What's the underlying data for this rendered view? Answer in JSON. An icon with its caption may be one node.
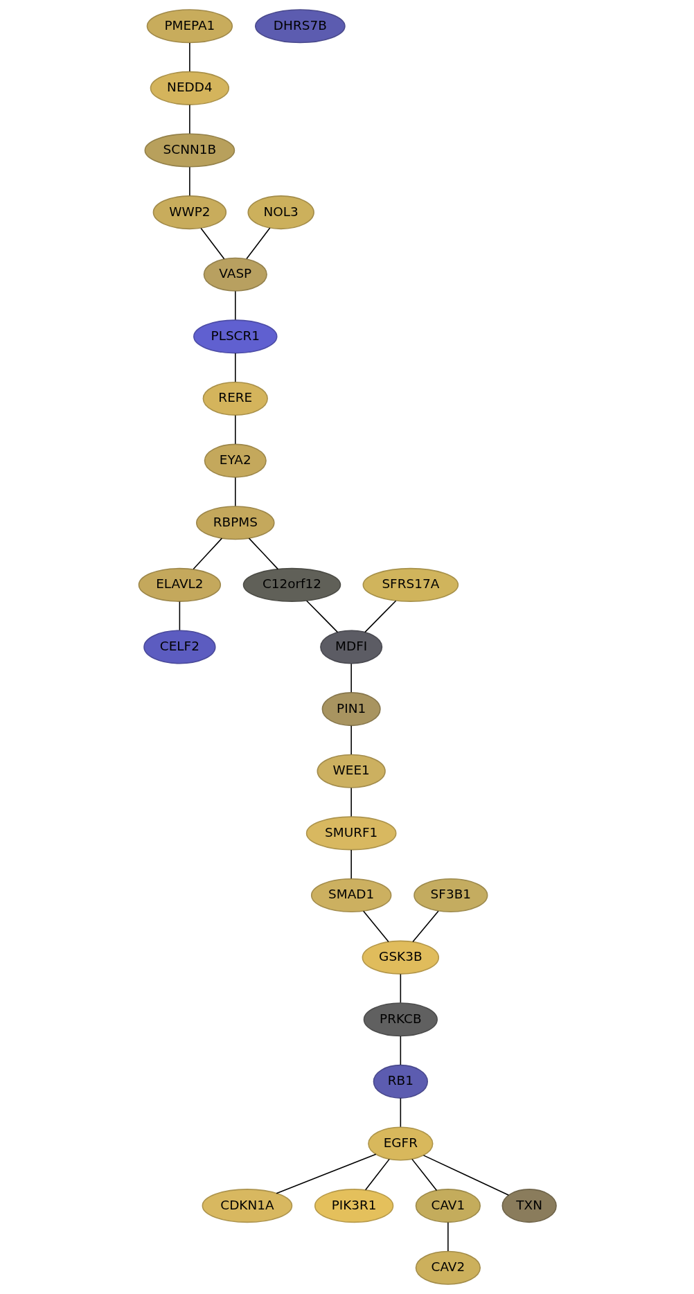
{
  "diagram": {
    "nodes": [
      {
        "text": [
          "PMEPA1"
        ]
      },
      {
        "text": [
          "NEDD4"
        ]
      },
      {
        "text": [
          "SCNN1B"
        ]
      },
      {
        "text": [
          "WWP2"
        ]
      },
      {
        "text": [
          "NOL3"
        ]
      },
      {
        "text": [
          "VASP"
        ]
      },
      {
        "text": [
          "PLSCR1"
        ]
      },
      {
        "text": [
          "RERE"
        ]
      },
      {
        "text": [
          "EYA2"
        ]
      },
      {
        "text": [
          "RBPMS"
        ]
      },
      {
        "text": [
          "DHRS7B"
        ]
      },
      {
        "text": [
          "ELAVL2"
        ]
      },
      {
        "text": [
          "C12orf12"
        ]
      },
      {
        "text": [
          "SFRS17A"
        ]
      },
      {
        "text": [
          "CELF2"
        ]
      },
      {
        "text": [
          "MDFI"
        ]
      },
      {
        "text": [
          "PIN1"
        ]
      },
      {
        "text": [
          "WEE1"
        ]
      },
      {
        "text": [
          "SMURF1"
        ]
      },
      {
        "text": [
          "SMAD1"
        ]
      },
      {
        "text": [
          "SF3B1"
        ]
      },
      {
        "text": [
          "GSK3B"
        ]
      },
      {
        "text": [
          "PRKCB"
        ]
      },
      {
        "text": [
          "RB1"
        ]
      },
      {
        "text": [
          "CDKN1A"
        ]
      },
      {
        "text": [
          "EGFR"
        ]
      },
      {
        "text": [
          "PIK3R1"
        ]
      },
      {
        "text": [
          "CAV1"
        ]
      },
      {
        "text": [
          "TXN"
        ]
      },
      {
        "text": [
          "CAV2"
        ]
      }
    ],
    "edges": [
      {
        "from": 0,
        "to": 1,
        "arrow": "none"
      },
      {
        "from": 1,
        "to": 2,
        "arrow": "none"
      },
      {
        "from": 2,
        "to": 3,
        "arrow": "none"
      },
      {
        "from": 3,
        "to": 5,
        "arrow": "none"
      },
      {
        "from": 4,
        "to": 5,
        "arrow": "none"
      },
      {
        "from": 5,
        "to": 6,
        "arrow": "none"
      },
      {
        "from": 6,
        "to": 7,
        "arrow": "none"
      },
      {
        "from": 7,
        "to": 8,
        "arrow": "none"
      },
      {
        "from": 8,
        "to": 9,
        "arrow": "none"
      },
      {
        "from": 9,
        "to": 11,
        "arrow": "none"
      },
      {
        "from": 9,
        "to": 12,
        "arrow": "none"
      },
      {
        "from": 11,
        "to": 14,
        "arrow": "none"
      },
      {
        "from": 12,
        "to": 15,
        "arrow": "none"
      },
      {
        "from": 13,
        "to": 15,
        "arrow": "none"
      },
      {
        "from": 15,
        "to": 16,
        "arrow": "none"
      },
      {
        "from": 16,
        "to": 17,
        "arrow": "none"
      },
      {
        "from": 17,
        "to": 18,
        "arrow": "none"
      },
      {
        "from": 18,
        "to": 19,
        "arrow": "none"
      },
      {
        "from": 19,
        "to": 21,
        "arrow": "none"
      },
      {
        "from": 20,
        "to": 21,
        "arrow": "none"
      },
      {
        "from": 21,
        "to": 22,
        "arrow": "none"
      },
      {
        "from": 22,
        "to": 23,
        "arrow": "none"
      },
      {
        "from": 23,
        "to": 25,
        "arrow": "none"
      },
      {
        "from": 25,
        "to": 24,
        "arrow": "none"
      },
      {
        "from": 25,
        "to": 26,
        "arrow": "none"
      },
      {
        "from": 25,
        "to": 27,
        "arrow": "none"
      },
      {
        "from": 25,
        "to": 28,
        "arrow": "none"
      },
      {
        "from": 27,
        "to": 29,
        "arrow": "none"
      }
    ]
  }
}
